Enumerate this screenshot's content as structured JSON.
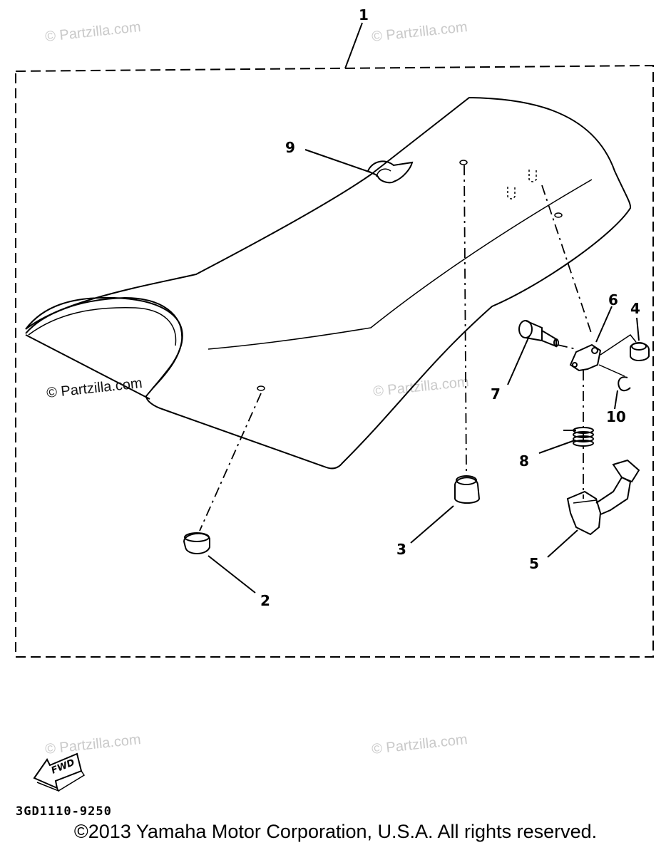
{
  "callouts": {
    "c1": "1",
    "c2": "2",
    "c3": "3",
    "c4": "4",
    "c5": "5",
    "c6": "6",
    "c7": "7",
    "c8": "8",
    "c9": "9",
    "c10": "10"
  },
  "watermarks": {
    "w1": "© Partzilla.com",
    "w2": "© Partzilla.com",
    "w3": "© Partzilla.com",
    "w4": "© Partzilla.com",
    "w5": "© Partzilla.com",
    "w6": "© Partzilla.com"
  },
  "fwd_label": "FWD",
  "part_code": "3GD1110-9250",
  "copyright": "©2013 Yamaha Motor Corporation, U.S.A. All rights reserved.",
  "colors": {
    "line": "#000000",
    "watermark": "#c9c9c9",
    "background": "#ffffff"
  }
}
